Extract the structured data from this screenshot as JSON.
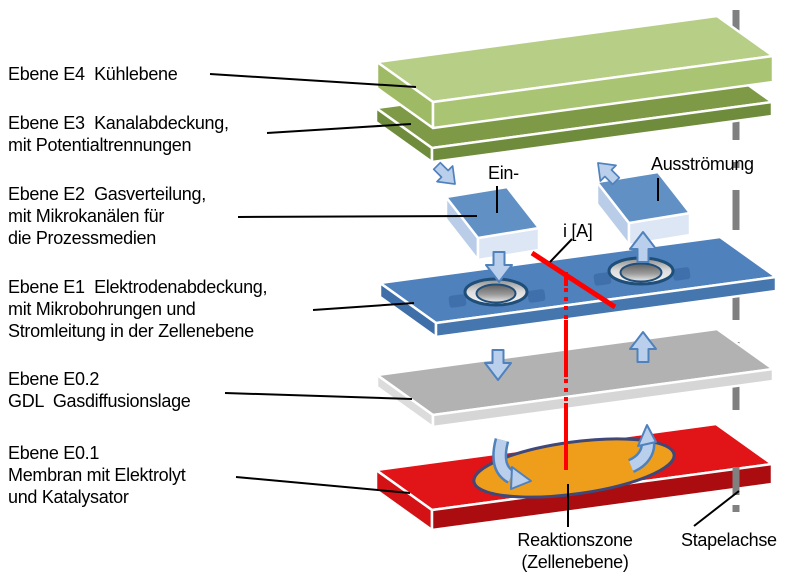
{
  "layers": [
    {
      "name": "E4",
      "label": "Ebene E4  Kühlebene"
    },
    {
      "name": "E3",
      "label": "Ebene E3  Kanalabdeckung,\nmit Potentialtrennungen"
    },
    {
      "name": "E2",
      "label": "Ebene E2  Gasverteilung,\nmit Mikrokanälen für\ndie Prozessmedien"
    },
    {
      "name": "E1",
      "label": "Ebene E1  Elektrodenabdeckung,\nmit Mikrobohrungen und\nStromleitung in der Zellenebene"
    },
    {
      "name": "E0.2",
      "label": "Ebene E0.2\nGDL  Gasdiffusionslage"
    },
    {
      "name": "E0.1",
      "label": "Ebene E0.1\nMembran mit Elektrolyt\nund Katalysator"
    }
  ],
  "annotations": {
    "inflow": "Ein-",
    "outflow": "Ausströmung",
    "current": "i [A]",
    "reaction_zone": "Reaktionszone\n(Zellenebene)",
    "stack_axis": "Stapelachse"
  },
  "colors": {
    "e4-top": "#b7ce86",
    "e4-left": "#9fba65",
    "e4-front": "#a9c473",
    "e3-top": "#7e9a46",
    "e3-left": "#6f8c3c",
    "e3-front": "#6f8c3c",
    "e1-top": "#4f81bd",
    "e1-left": "#3e6fa9",
    "e1-front": "#4576ae",
    "gdl-top": "#b2b2b2",
    "gdl-left": "#dcdcdc",
    "gdl-front": "#d6d6d6",
    "mem-top": "#e11417",
    "mem-left": "#d41216",
    "mem-front": "#ab0c10",
    "bar-top": "#6190c4",
    "bar-side": "#b9cde8",
    "bar-end": "#dce6f4",
    "arrow-fill": "#b9cfeb",
    "arrow-stroke": "#4f81bd",
    "ring-stroke": "#1f4e79",
    "shadow-blue": "#2f5a94",
    "reaction-fill": "#ee9e1b",
    "reaction-stroke": "#3f4878",
    "current-red": "#ff0000",
    "axis-gray": "#808080",
    "leader-black": "#000000"
  }
}
